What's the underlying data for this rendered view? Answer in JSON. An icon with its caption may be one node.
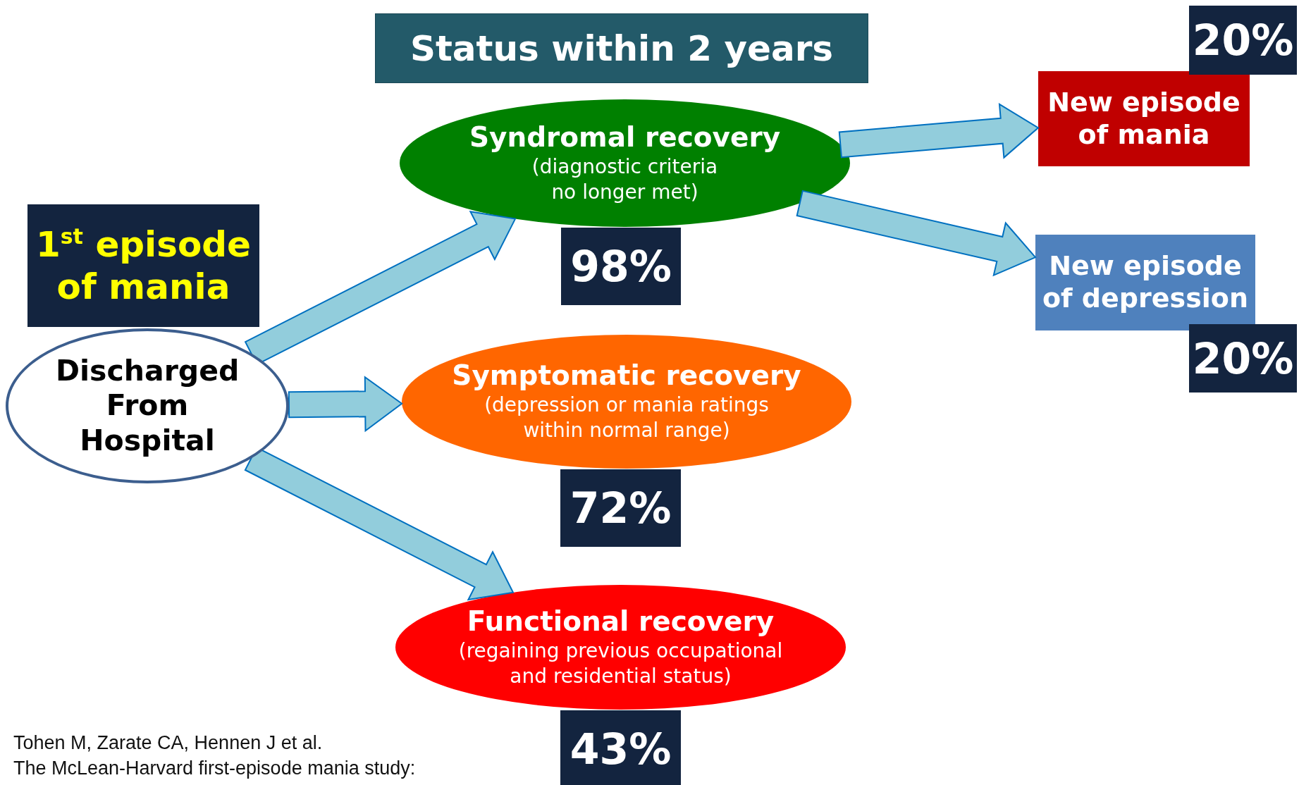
{
  "diagram": {
    "title": "Status within 2 years",
    "nodes": [
      {
        "text": [
          "1$^{st}$ episode of mania"
        ]
      },
      {
        "text": [
          "Discharged From Hospital"
        ]
      },
      {
        "text": [
          "Syndromal recovery",
          "(diagnostic criteria no longer met)"
        ]
      },
      {
        "text": [
          "98%"
        ]
      },
      {
        "text": [
          "Symptomatic recovery",
          "(depression or mania ratings within normal range)"
        ]
      },
      {
        "text": [
          "72%"
        ]
      },
      {
        "text": [
          "Functional recovery",
          "(regaining previous occupational and residential status)"
        ]
      },
      {
        "text": [
          "43%"
        ]
      },
      {
        "text": [
          "20%"
        ]
      },
      {
        "text": [
          "New episode of mania"
        ]
      },
      {
        "text": [
          "New episode of depression"
        ]
      },
      {
        "text": [
          "20%"
        ]
      }
    ],
    "edges": [
      {
        "from": 1,
        "to": 2,
        "arrow": "to"
      },
      {
        "from": 1,
        "to": 4,
        "arrow": "to"
      },
      {
        "from": 1,
        "to": 6,
        "arrow": "to"
      },
      {
        "from": 2,
        "to": 9,
        "arrow": "to"
      },
      {
        "from": 2,
        "to": 10,
        "arrow": "to"
      }
    ],
    "labels": [
      "Tohen M, Zarate CA, Hennen J et al.",
      "The McLean-Harvard first-episode mania study:"
    ]
  }
}
